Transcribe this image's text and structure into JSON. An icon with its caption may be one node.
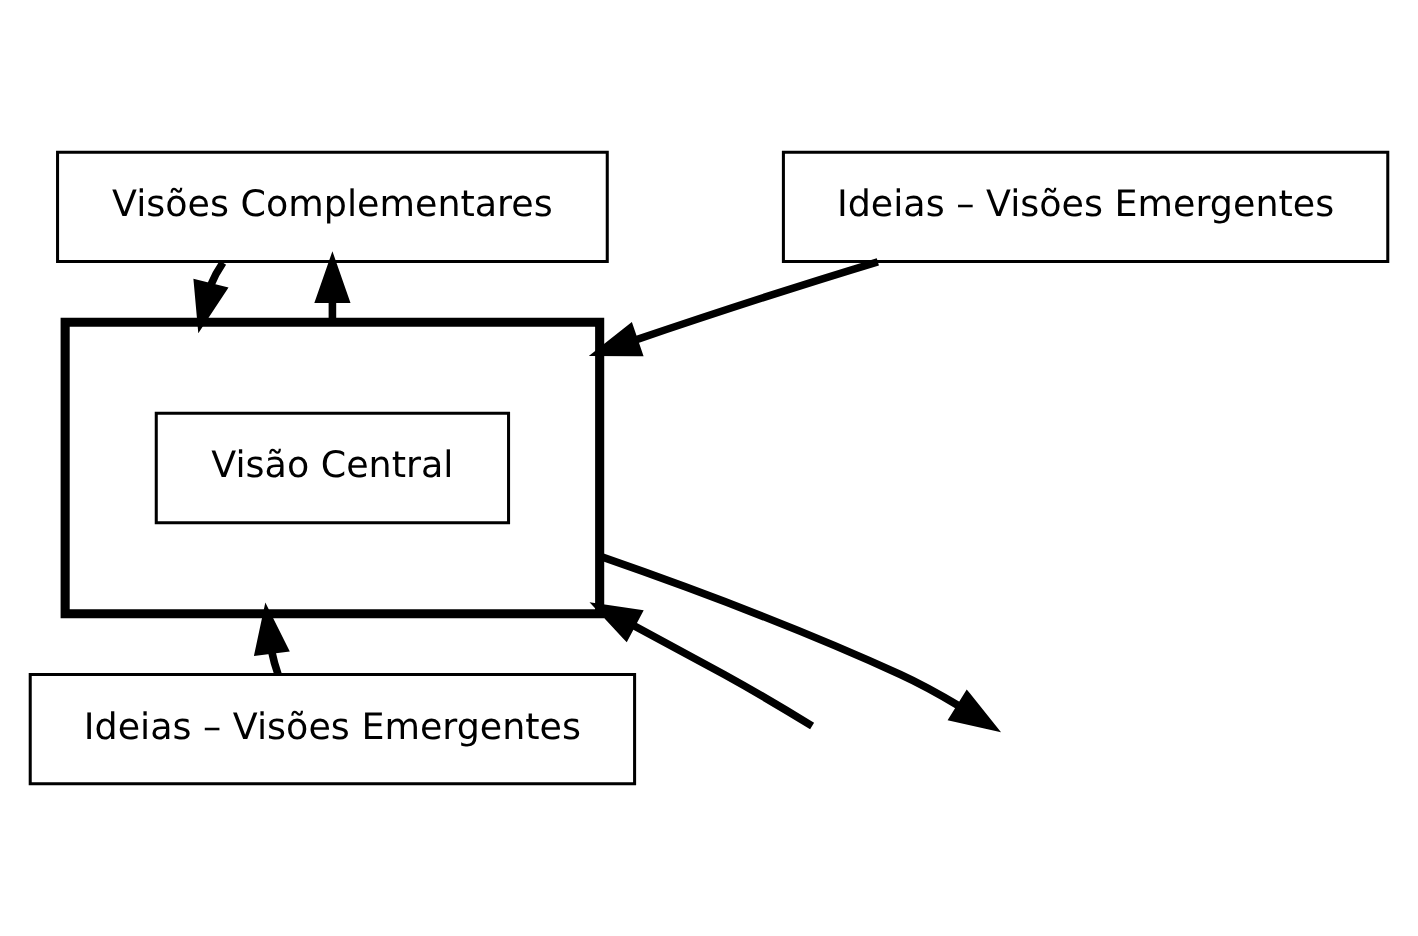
{
  "diagram": {
    "nodes": [
      {
        "text": [
          "Visões Complementares"
        ]
      },
      {
        "text": [
          "Ideias – Visões Emergentes"
        ]
      },
      {
        "text": [],
        "shape": "arrow"
      },
      {
        "text": [
          "Visão Central"
        ],
        "in": 2
      },
      {
        "text": [
          "Ideias – Visões Emergentes"
        ]
      }
    ],
    "edges": [
      {
        "from": 0,
        "to": 2,
        "arrow": "to"
      },
      {
        "from": 2,
        "to": 0,
        "arrow": "to"
      },
      {
        "from": 1,
        "to": 2,
        "arrow": "to"
      },
      {
        "from": 4,
        "to": 2,
        "arrow": "to"
      },
      {
        "from": 2,
        "to": null,
        "arrow": "to"
      },
      {
        "from": null,
        "to": 2,
        "arrow": "to"
      }
    ]
  }
}
